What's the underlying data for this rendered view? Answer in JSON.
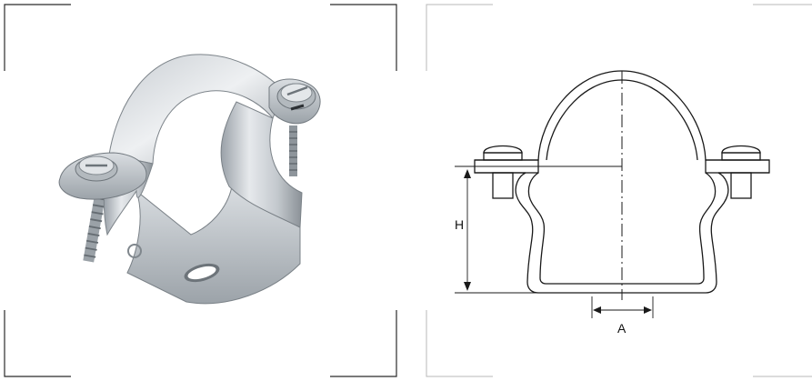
{
  "drawing": {
    "height_label": "H",
    "width_label": "A"
  },
  "colors": {
    "frame_dark": "#2b2b2b",
    "frame_light": "#b8b8b8",
    "outline": "#1a1a1a",
    "metal_light": "#e4e7ea",
    "metal_mid": "#b9bec4",
    "metal_dark": "#7d848b"
  },
  "icons": {
    "photo": "pipe-clamp-photo",
    "drawing": "pipe-clamp-technical-drawing"
  }
}
